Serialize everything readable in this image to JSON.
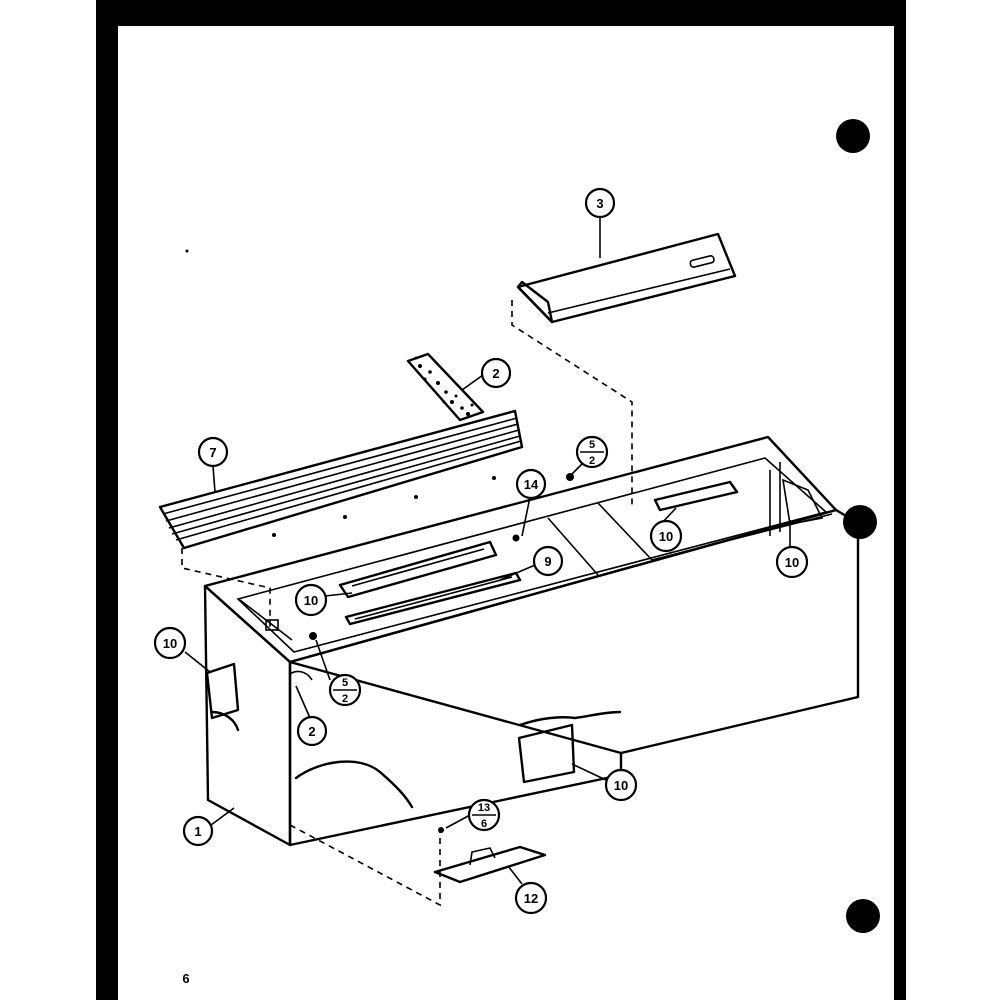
{
  "page_number": "6",
  "callouts": {
    "c1": "1",
    "c2_top": "2",
    "c2_left": "2",
    "c3": "3",
    "c7": "7",
    "c9": "9",
    "c10_left": "10",
    "c10_center": "10",
    "c10_mid": "10",
    "c10_right": "10",
    "c10_bottom": "10",
    "c12": "12",
    "c14": "14"
  },
  "fractions": {
    "f_top": {
      "num": "5",
      "den": "2"
    },
    "f_left": {
      "num": "5",
      "den": "2"
    },
    "f_bottom": {
      "num": "13",
      "den": "6"
    }
  }
}
